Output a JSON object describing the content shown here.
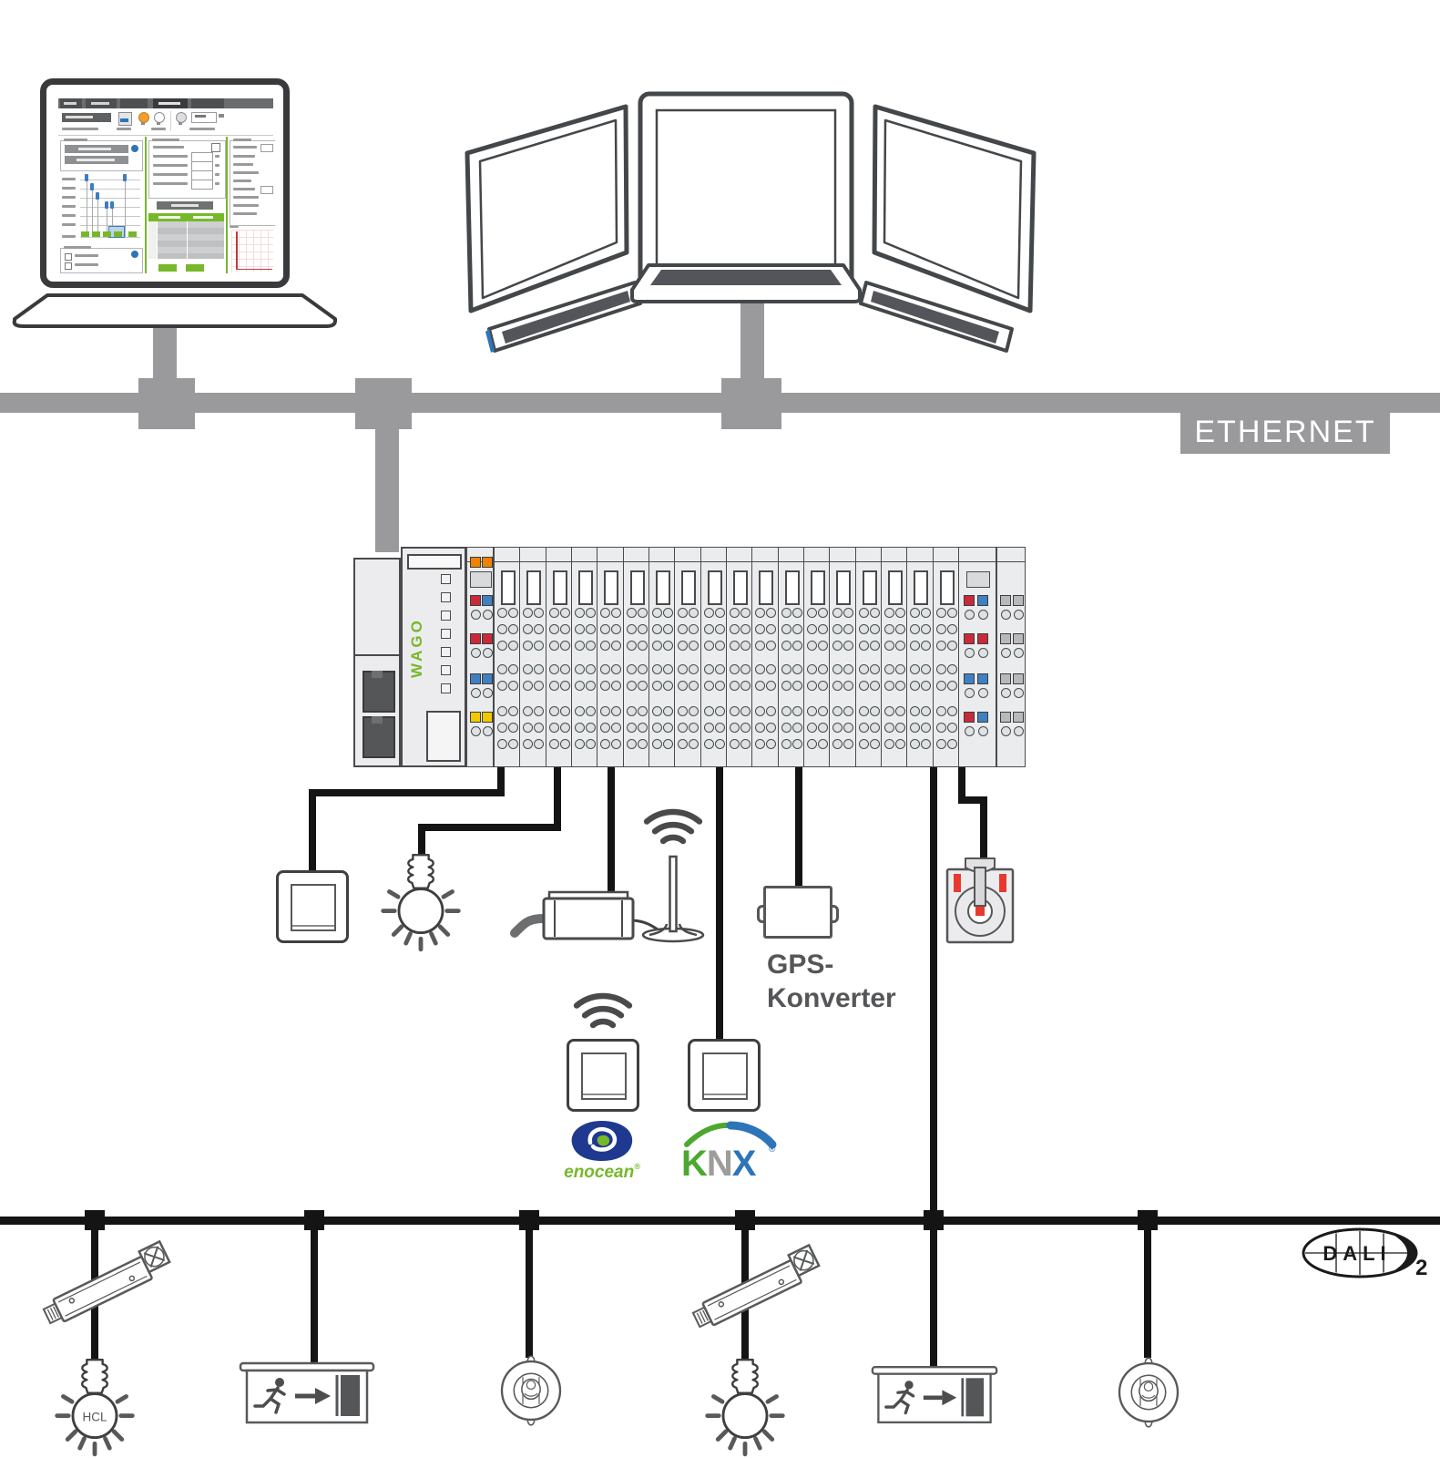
{
  "ethernet_bus": {
    "label": "ETHERNET",
    "color": "#9a9a9c"
  },
  "dali_bus": {
    "color": "#141414",
    "logo_text": "DALI",
    "logo_version": "2"
  },
  "plc": {
    "brand_logo": "WAGO",
    "brand_color": "#76b82a",
    "io_module_count": 18,
    "ethernet_port_count": 2,
    "power_module_led_pairs": [
      "orange/orange",
      "red/blue",
      "red/red",
      "blue/blue",
      "yellow/yellow"
    ],
    "end_module_led_pairs": [
      "red/blue",
      "red/red",
      "blue/blue",
      "red/blue"
    ],
    "spacer_module_led_pairs": [
      "gray/gray",
      "gray/gray",
      "gray/gray",
      "gray/gray"
    ],
    "led_colors": {
      "orange": "#ef8200",
      "red": "#c92a39",
      "blue": "#4080c0",
      "yellow": "#f2c900",
      "gray": "#b9b9bb"
    }
  },
  "devices": {
    "gps_converter": {
      "label_line1": "GPS-",
      "label_line2": "Konverter"
    },
    "hcl_lamp": {
      "label": "HCL"
    },
    "enocean_switch": {
      "logo_text": "enocean",
      "registered_mark": "®",
      "logo_blue": "#1e398f",
      "logo_green": "#76b82a"
    },
    "knx_switch": {
      "logo_k": "K",
      "logo_n": "N",
      "logo_x": "X",
      "registered_mark": "®",
      "green": "#4ca82e",
      "gray": "#9d9d9c",
      "blue": "#2e74b8"
    }
  },
  "icons": {
    "laptop-icon": "laptop running lighting configuration software",
    "monitor-icon": "desktop monitor with keyboard (3x workstation)",
    "plc-icon": "WAGO modular PLC with I/O terminal modules",
    "wall-switch-icon": "wired wall push-button switch",
    "lamp-icon": "light bulb with rays",
    "radio-antenna-icon": "radio receiver box with antenna and radio waves",
    "wireless-switch-icon": "radio wall switch with radio waves (EnOcean)",
    "knx-switch-icon": "KNX wall switch",
    "gps-converter-icon": "GPS converter box",
    "current-sensor-icon": "sensor with measuring coil and red markers",
    "hcl-lamp-icon": "HCL luminaire bulb",
    "led-driver-icon": "DALI ballast / LED driver on drop cable",
    "emergency-exit-icon": "emergency exit luminaire with running man, arrow and door",
    "presence-detector-icon": "ceiling presence detector",
    "dali2-logo-icon": "DALI-2 ellipse logo",
    "ethernet-bus-icon": "gray Ethernet backbone line",
    "dali-bus-icon": "black DALI line with junction nodes"
  }
}
